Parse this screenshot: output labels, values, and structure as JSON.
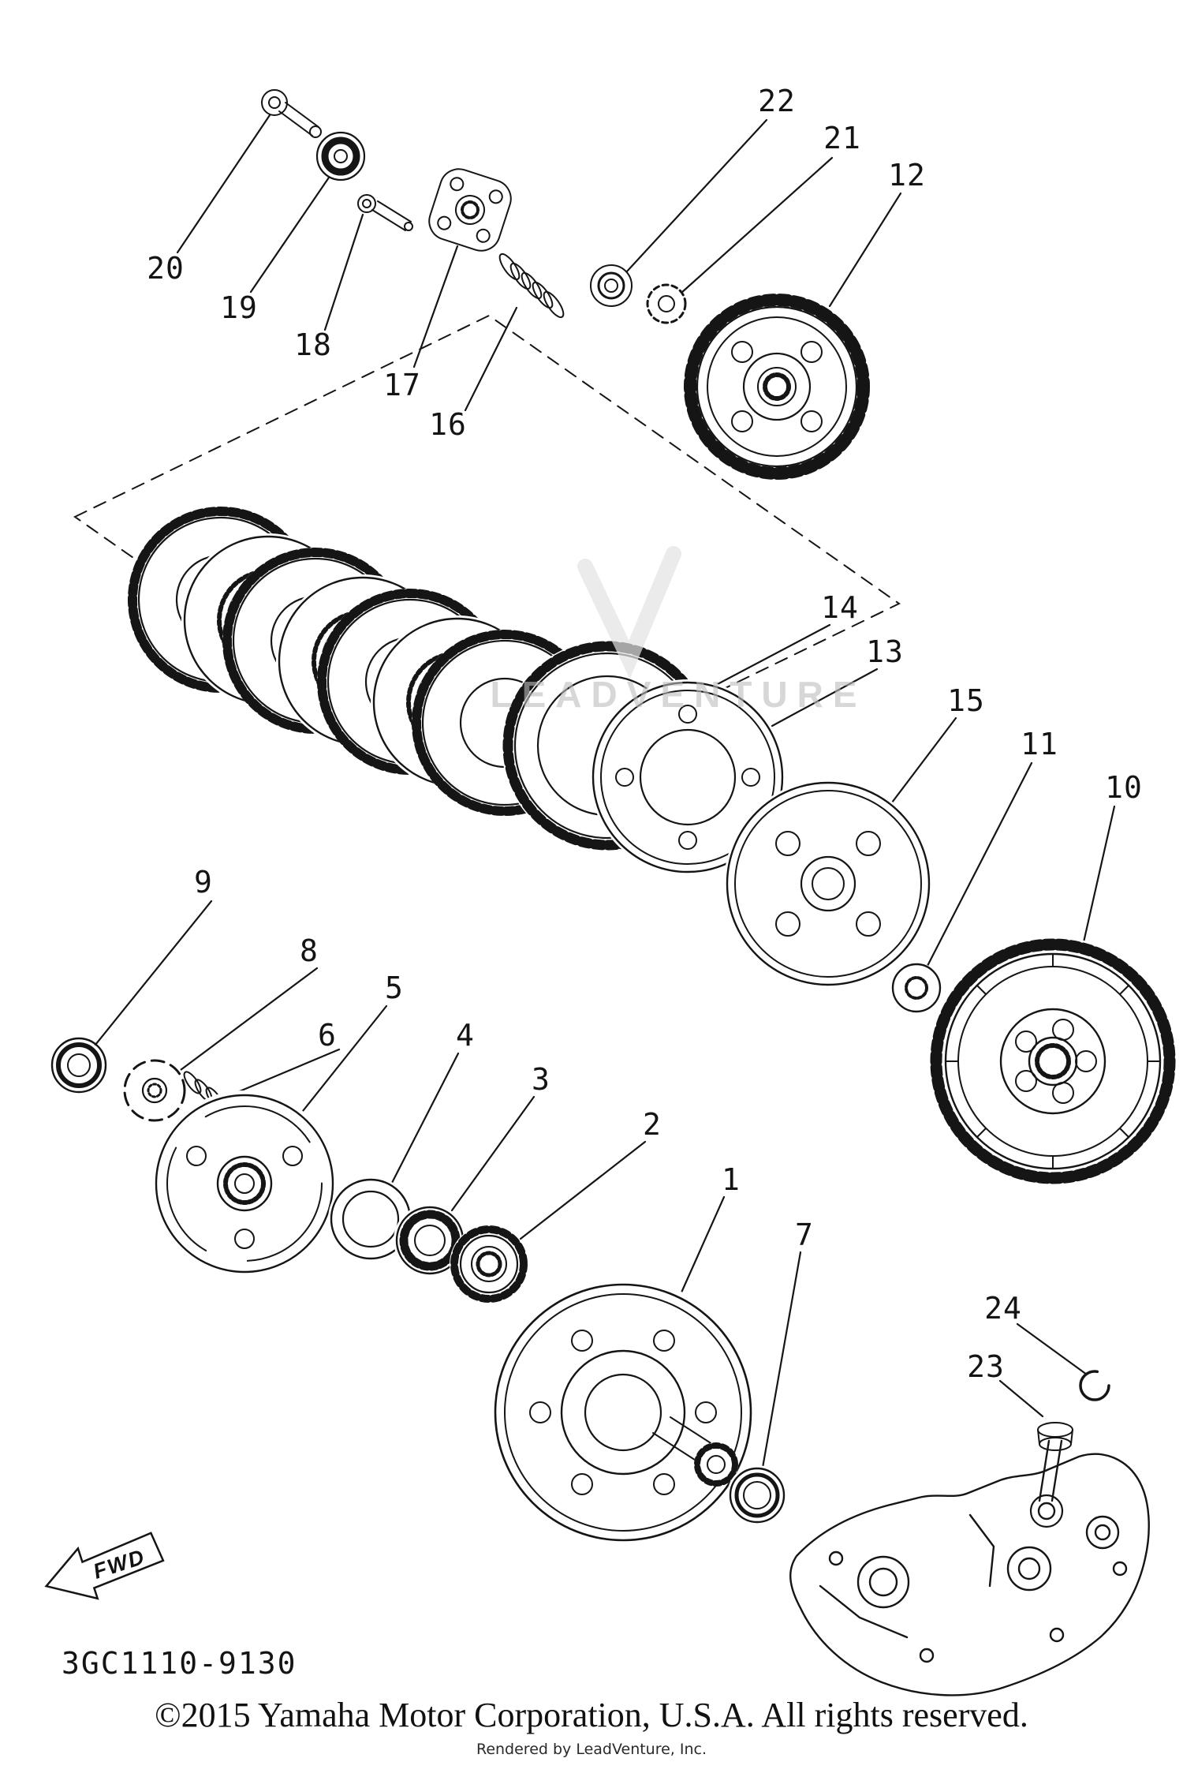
{
  "diagram": {
    "callouts": [
      "1",
      "2",
      "3",
      "4",
      "5",
      "6",
      "7",
      "8",
      "9",
      "10",
      "11",
      "12",
      "13",
      "14",
      "15",
      "16",
      "17",
      "18",
      "19",
      "20",
      "21",
      "22",
      "23",
      "24"
    ],
    "part_code": "3GC1110-9130",
    "fwd_label": "FWD",
    "watermark": "LEADVENTURE",
    "footer": {
      "copyright": "©2015 Yamaha Motor Corporation, U.S.A. All rights reserved.",
      "rendered_by": "Rendered by LeadVenture, Inc."
    },
    "colors": {
      "line": "#151515",
      "watermark": "#bdbdbd",
      "background": "#ffffff"
    }
  }
}
